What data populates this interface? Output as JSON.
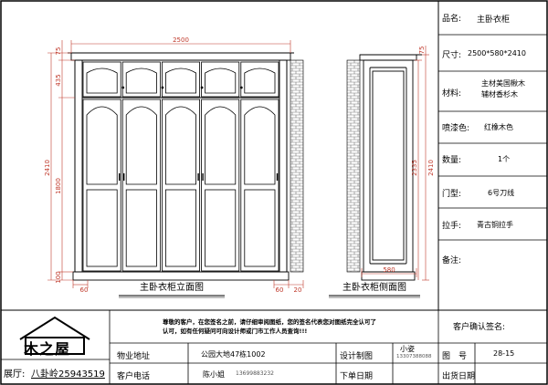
{
  "drawing": {
    "front_title": "主卧衣柜立面图",
    "side_title": "主卧衣柜侧面图",
    "dims_front": {
      "total_width": "2500",
      "top_height": "75",
      "upper_height": "435",
      "overall_height": "2410",
      "lower_height": "1800",
      "base_height": "100",
      "left_offset": "60",
      "right_offset_a": "60",
      "right_offset_b": "20"
    },
    "dims_side": {
      "top_height": "75",
      "overall_height": "2410",
      "inner_height": "2335",
      "depth": "580"
    }
  },
  "spec": {
    "product_label": "品名:",
    "product_value": "主卧衣柜",
    "size_label": "尺寸:",
    "size_value": "2500*580*2410",
    "material_label": "材料:",
    "material_value_1": "主材美国楸木",
    "material_value_2": "辅材香杉木",
    "paint_label": "喷漆色:",
    "paint_value": "红橡木色",
    "qty_label": "数量:",
    "qty_value": "1个",
    "door_label": "门型:",
    "door_value": "6号刀线",
    "handle_label": "拉手:",
    "handle_value": "青古铜拉手",
    "note_label": "备注:"
  },
  "footer": {
    "logo_text": "木之屋",
    "showroom_label": "展厅:",
    "showroom_value": "八卦岭25943519",
    "notice": "尊敬的客户，在您签名之前，请仔细审阅图纸，您的签名代表您对图纸完全认可了认可，如有任何疑问可向设计师或门市工作人员查询!!!",
    "address_label": "物业地址",
    "address_value": "公园大地47栋1002",
    "phone_label": "客户电话",
    "phone_value_name": "陈小姐",
    "phone_value_num": "13699883232",
    "design_label": "设计制图",
    "designer_name": "小姿",
    "designer_phone": "13307388088",
    "order_date_label": "下单日期",
    "confirm_label": "客户确认签名:",
    "drawing_no_label": "图　号",
    "drawing_no_value": "28-15",
    "ship_date_label": "出货日期"
  },
  "colors": {
    "line": "#000000",
    "dimension": "#c0392b",
    "brick": "#888888"
  }
}
